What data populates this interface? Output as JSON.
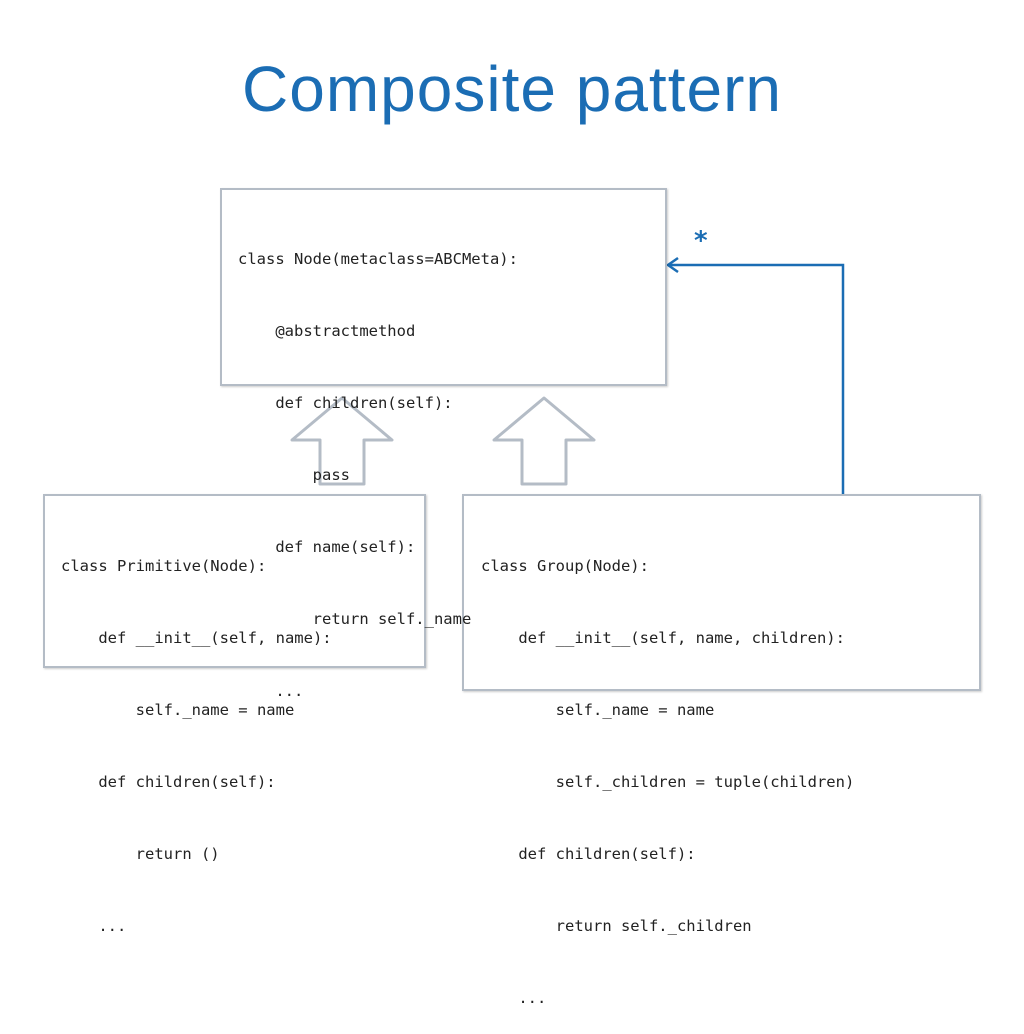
{
  "title": "Composite pattern",
  "node_class": {
    "lines": [
      "class Node(metaclass=ABCMeta):",
      "    @abstractmethod",
      "    def children(self):",
      "        pass",
      "    def name(self):",
      "        return self._name",
      "    ..."
    ]
  },
  "primitive_class": {
    "lines": [
      "class Primitive(Node):",
      "    def __init__(self, name):",
      "        self._name = name",
      "    def children(self):",
      "        return ()",
      "    ..."
    ]
  },
  "group_class": {
    "lines": [
      "class Group(Node):",
      "    def __init__(self, name, children):",
      "        self._name = name",
      "        self._children = tuple(children)",
      "    def children(self):",
      "        return self._children",
      "    ..."
    ]
  },
  "association": {
    "multiplicity": "*"
  },
  "colors": {
    "accent": "#1b6db4",
    "box_border": "#b4bcc6"
  }
}
